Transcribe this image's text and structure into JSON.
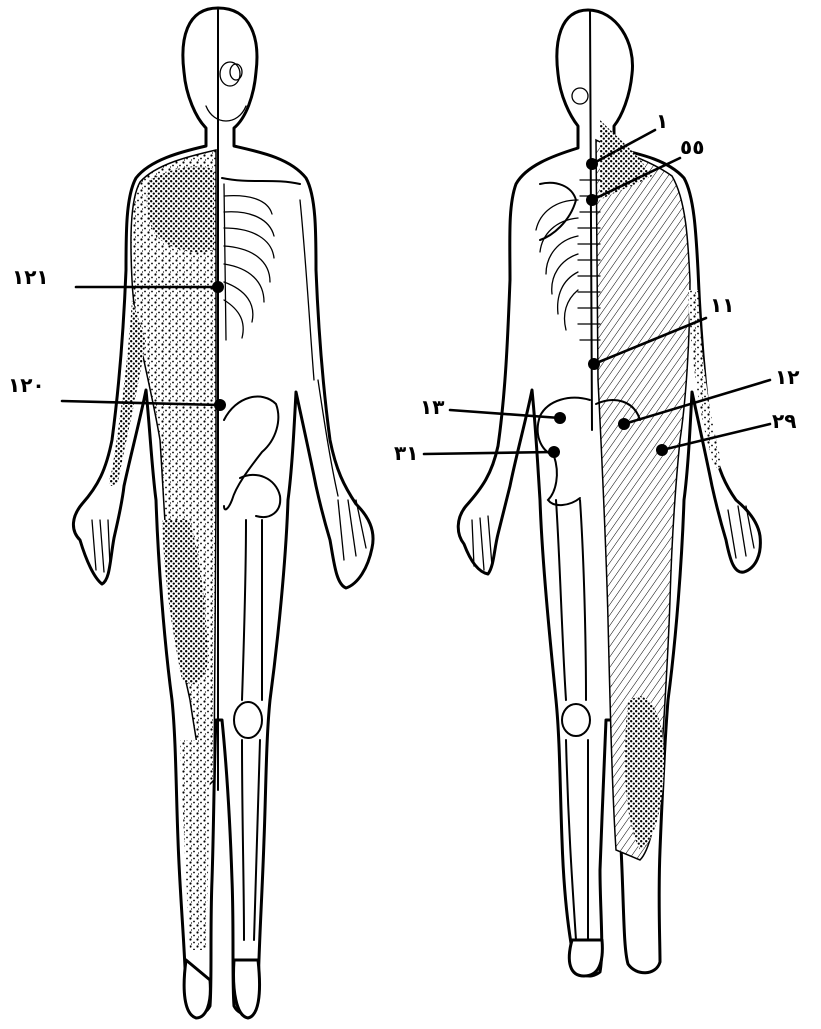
{
  "figures": [
    {
      "view": "anterior",
      "points": [
        {
          "id": "p-anterior-1",
          "label": "١٢١"
        },
        {
          "id": "p-anterior-2",
          "label": "١٢٠"
        }
      ]
    },
    {
      "view": "posterior",
      "points": [
        {
          "id": "p-posterior-1",
          "label": "١"
        },
        {
          "id": "p-posterior-2",
          "label": "٥٥"
        },
        {
          "id": "p-posterior-3",
          "label": "١١"
        },
        {
          "id": "p-posterior-4",
          "label": "١٢"
        },
        {
          "id": "p-posterior-5",
          "label": "٢٩"
        },
        {
          "id": "p-posterior-6",
          "label": "١٣"
        },
        {
          "id": "p-posterior-7",
          "label": "٣١"
        }
      ]
    }
  ],
  "colors": {
    "ink": "#000000",
    "paper": "#ffffff"
  }
}
